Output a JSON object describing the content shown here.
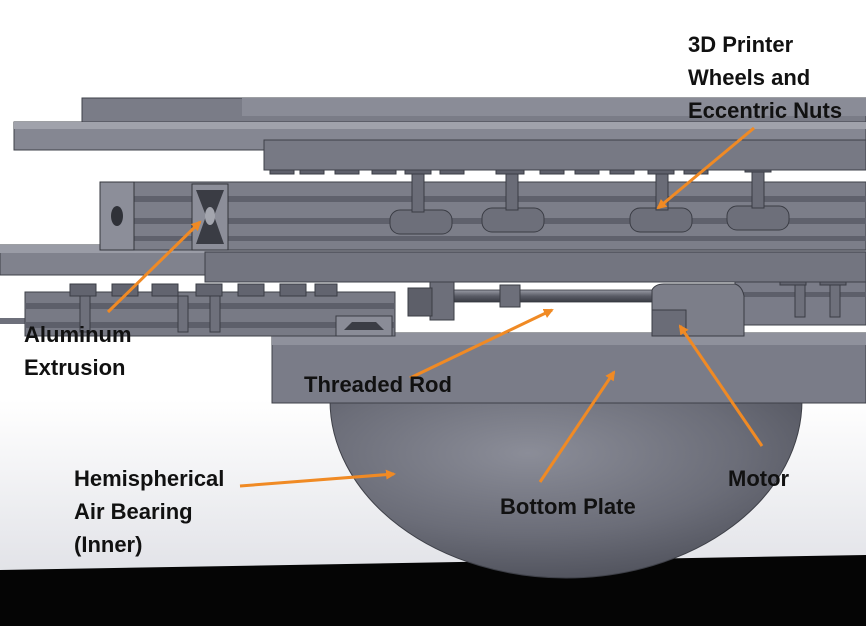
{
  "labels": {
    "printer_wheels": [
      "3D Printer",
      "Wheels and",
      "Eccentric Nuts"
    ],
    "aluminum_extrusion": [
      "Aluminum",
      "Extrusion"
    ],
    "threaded_rod": [
      "Threaded Rod"
    ],
    "motor": [
      "Motor"
    ],
    "air_bearing": [
      "Hemispherical",
      "Air Bearing",
      "(Inner)"
    ],
    "bottom_plate": [
      "Bottom Plate"
    ]
  },
  "colors": {
    "arrow": "#f08a24",
    "label_text": "#111111",
    "background": "#ffffff",
    "ground_shadow": "#050505",
    "part_body": "#7d7f8a",
    "part_dark": "#4a4c56",
    "part_light": "#a9abb4"
  }
}
